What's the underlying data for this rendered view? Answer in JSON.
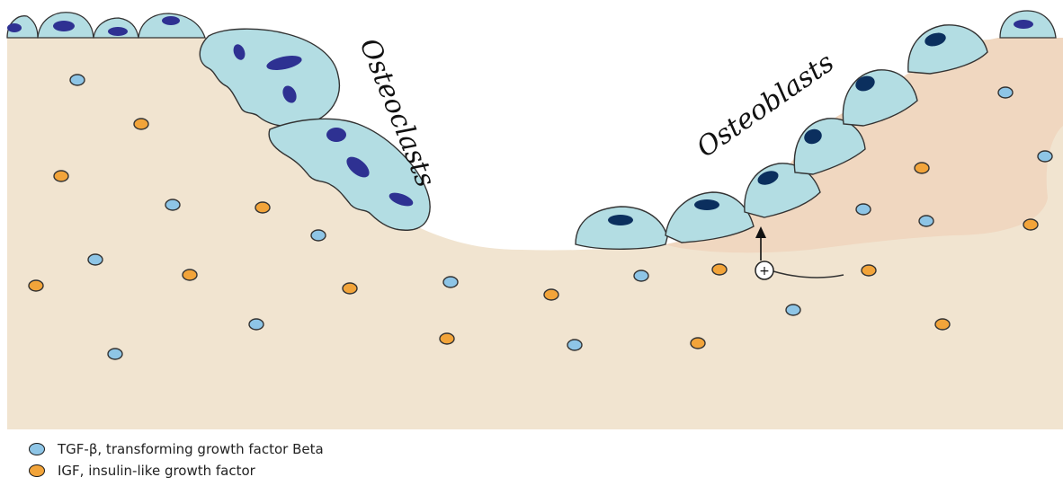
{
  "labels": {
    "osteoclasts": "Osteoclasts",
    "osteoblasts": "Osteoblasts",
    "plus_sign": "+"
  },
  "legend": [
    {
      "icon": "blue-circle-icon",
      "color": "#8ec5e6",
      "label": "TGF-β, transforming growth factor Beta"
    },
    {
      "icon": "orange-circle-icon",
      "color": "#f2a43a",
      "label": "IGF, insulin-like growth factor"
    }
  ],
  "colors": {
    "bone_matrix": "#f1e4d0",
    "osteoid": "#f0d7c0",
    "cell_cytoplasm": "#b3dde3",
    "osteoclast_nucleus": "#2e3192",
    "osteoblast_nucleus": "#0b2f5e",
    "tgf_beta": "#8ec5e6",
    "igf": "#f2a43a"
  }
}
